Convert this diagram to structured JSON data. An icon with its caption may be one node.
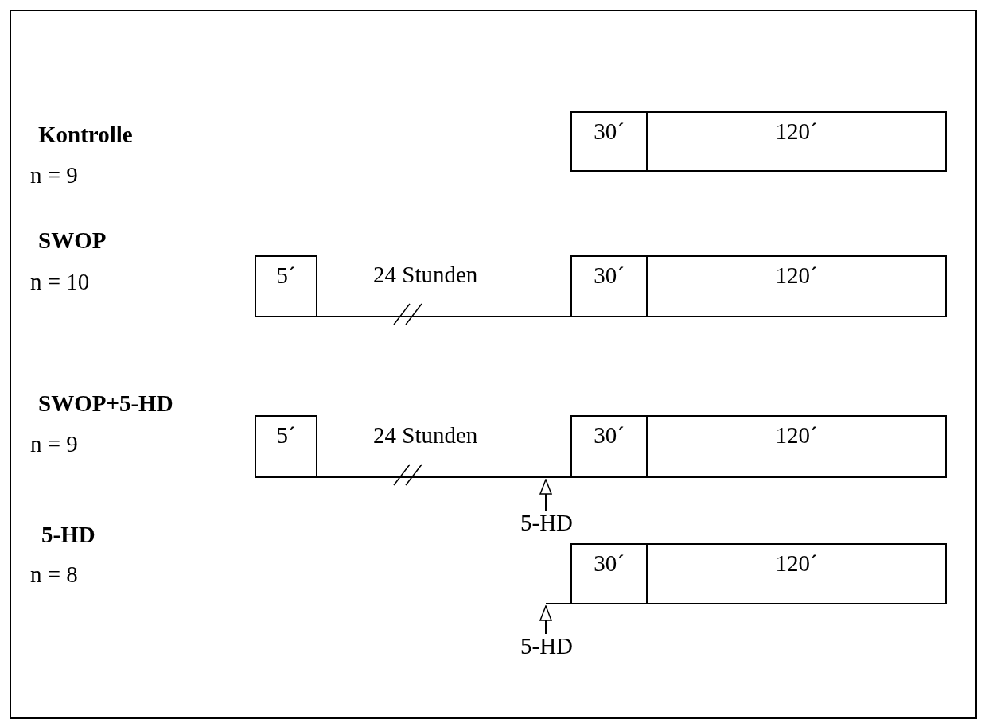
{
  "diagram": {
    "nodes": [
      {
        "text": [
          "30´"
        ]
      },
      {
        "text": [
          "120´"
        ]
      },
      {
        "text": [
          "5´"
        ]
      },
      {
        "text": [
          "30´"
        ]
      },
      {
        "text": [
          "120´"
        ]
      },
      {
        "text": [
          "5´"
        ]
      },
      {
        "text": [
          "30´"
        ]
      },
      {
        "text": [
          "120´"
        ]
      },
      {
        "text": [
          "5-HD"
        ]
      },
      {
        "text": [
          "30´"
        ]
      },
      {
        "text": [
          "120´"
        ]
      },
      {
        "text": [
          "5-HD"
        ]
      }
    ],
    "edges": [
      {
        "from": 2,
        "to": 3,
        "arrow": "none",
        "label": "24 Stunden"
      },
      {
        "from": 5,
        "to": 6,
        "arrow": "none",
        "label": "24 Stunden"
      },
      {
        "from": 8,
        "to": null,
        "arrow": "to"
      },
      {
        "from": 11,
        "to": null,
        "arrow": "to"
      },
      {
        "from": null,
        "to": 9,
        "arrow": "none"
      }
    ],
    "labels": [
      "Kontrolle",
      "n = 9",
      "SWOP",
      "n = 10",
      "SWOP+5-HD",
      "n = 9",
      "5-HD",
      "n = 8"
    ]
  }
}
